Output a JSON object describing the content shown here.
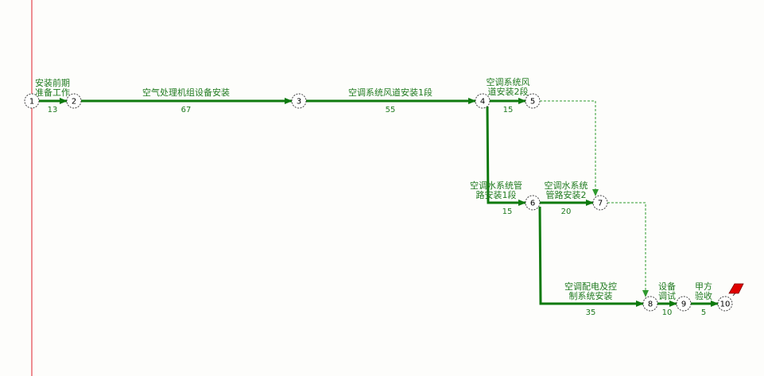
{
  "colors": {
    "critical": "#0e7a0e",
    "dashed": "#2f9a2f",
    "text": "#1f7a1f",
    "node_border": "#333333",
    "vertical_line": "#e0202a",
    "flag": "#e00000"
  },
  "network": {
    "nodes": [
      {
        "id": "1",
        "label": "1"
      },
      {
        "id": "2",
        "label": "2"
      },
      {
        "id": "3",
        "label": "3"
      },
      {
        "id": "4",
        "label": "4"
      },
      {
        "id": "5",
        "label": "5"
      },
      {
        "id": "6",
        "label": "6"
      },
      {
        "id": "7",
        "label": "7"
      },
      {
        "id": "8",
        "label": "8"
      },
      {
        "id": "9",
        "label": "9"
      },
      {
        "id": "10",
        "label": "10"
      }
    ],
    "activities": [
      {
        "from": "1",
        "to": "2",
        "name": [
          "安装前期",
          "准备工作"
        ],
        "duration": "13",
        "critical": true
      },
      {
        "from": "2",
        "to": "3",
        "name": [
          "空气处理机组设备安装"
        ],
        "duration": "67",
        "critical": true
      },
      {
        "from": "3",
        "to": "4",
        "name": [
          "空调系统风道安装1段"
        ],
        "duration": "55",
        "critical": true
      },
      {
        "from": "4",
        "to": "5",
        "name": [
          "空调系统风",
          "道安装2段"
        ],
        "duration": "15",
        "critical": true
      },
      {
        "from": "4",
        "to": "6",
        "name": [
          "空调水系统管",
          "路安装1段"
        ],
        "duration": "15",
        "critical": true
      },
      {
        "from": "6",
        "to": "7",
        "name": [
          "空调水系统",
          "管路安装2"
        ],
        "duration": "20",
        "critical": true
      },
      {
        "from": "6",
        "to": "8",
        "name": [
          "空调配电及控",
          "制系统安装"
        ],
        "duration": "35",
        "critical": true
      },
      {
        "from": "8",
        "to": "9",
        "name": [
          "设备",
          "调试"
        ],
        "duration": "10",
        "critical": true
      },
      {
        "from": "9",
        "to": "10",
        "name": [
          "甲方",
          "验收"
        ],
        "duration": "5",
        "critical": true
      }
    ],
    "dummies": [
      {
        "from": "5",
        "to": "7"
      },
      {
        "from": "7",
        "to": "8"
      }
    ]
  }
}
